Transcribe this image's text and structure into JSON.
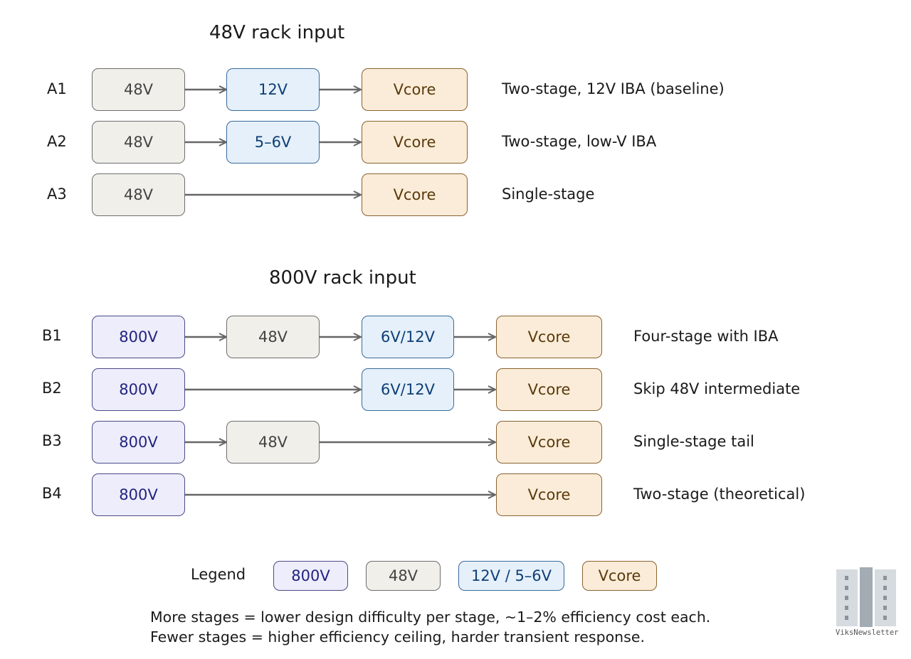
{
  "sections": {
    "a_title": "48V rack input",
    "b_title": "800V rack input"
  },
  "rows": {
    "A1": {
      "id": "A1",
      "stages": [
        "48V",
        "12V",
        "Vcore"
      ],
      "desc": "Two-stage, 12V IBA (baseline)"
    },
    "A2": {
      "id": "A2",
      "stages": [
        "48V",
        "5–6V",
        "Vcore"
      ],
      "desc": "Two-stage, low-V IBA"
    },
    "A3": {
      "id": "A3",
      "stages": [
        "48V",
        "Vcore"
      ],
      "desc": "Single-stage"
    },
    "B1": {
      "id": "B1",
      "stages": [
        "800V",
        "48V",
        "6V/12V",
        "Vcore"
      ],
      "desc": "Four-stage with IBA"
    },
    "B2": {
      "id": "B2",
      "stages": [
        "800V",
        "6V/12V",
        "Vcore"
      ],
      "desc": "Skip 48V intermediate"
    },
    "B3": {
      "id": "B3",
      "stages": [
        "800V",
        "48V",
        "Vcore"
      ],
      "desc": "Single-stage tail"
    },
    "B4": {
      "id": "B4",
      "stages": [
        "800V",
        "Vcore"
      ],
      "desc": "Two-stage (theoretical)"
    }
  },
  "legend": {
    "label": "Legend",
    "items": [
      "800V",
      "48V",
      "12V / 5–6V",
      "Vcore"
    ]
  },
  "footnote": {
    "line1": "More stages = lower design difficulty per stage, ~1–2% efficiency cost each.",
    "line2": "Fewer stages = higher efficiency ceiling, harder transient response."
  },
  "colors": {
    "v800_fill": "#ededfb",
    "v48_fill": "#f1efea",
    "v12_fill": "#e5f0fa",
    "vcore_fill": "#faecd8",
    "arrow": "#666666"
  },
  "watermark": {
    "text": "ViksNewsletter"
  }
}
